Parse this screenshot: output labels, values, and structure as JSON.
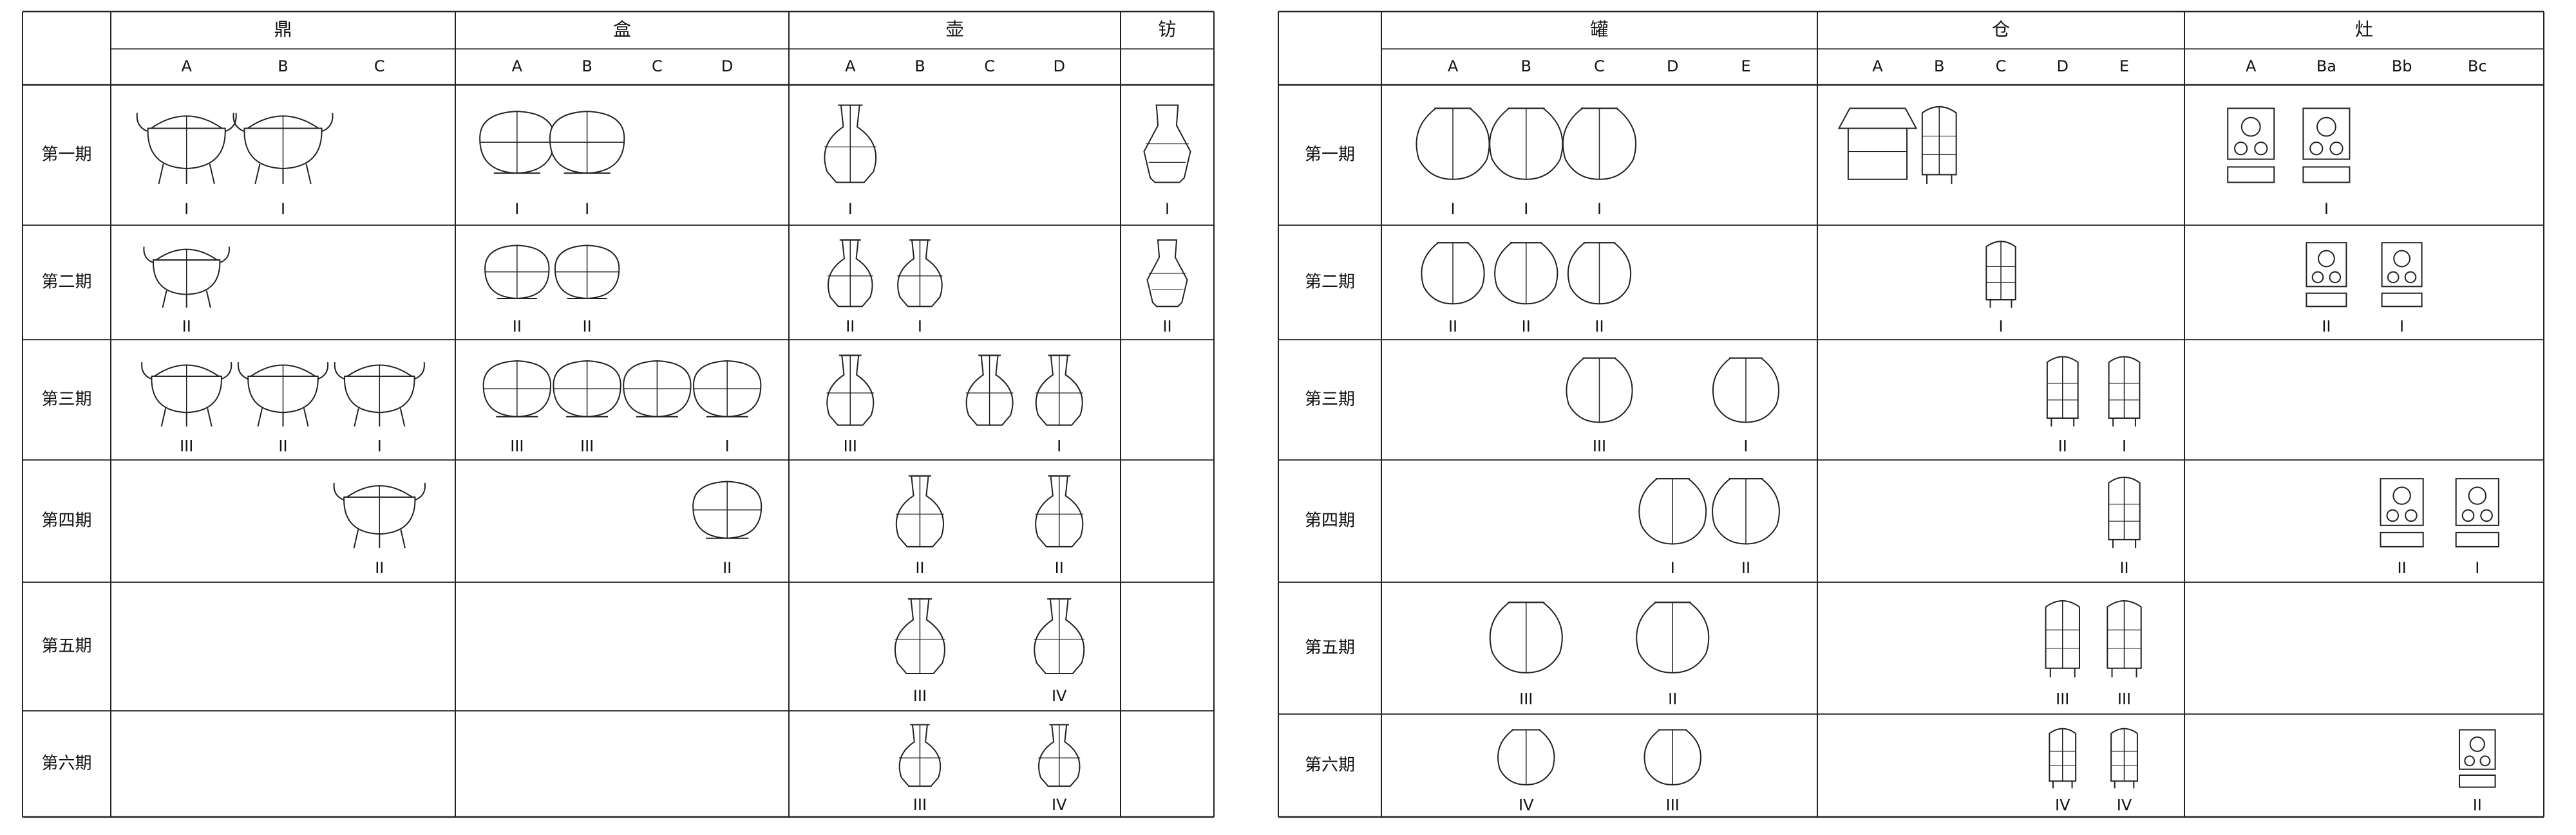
{
  "left_table": {
    "groups": [
      {
        "name": "鼎",
        "subcols": [
          "A",
          "B",
          "C"
        ]
      },
      {
        "name": "盒",
        "subcols": [
          "A",
          "B",
          "C",
          "D"
        ]
      },
      {
        "name": "壶",
        "subcols": [
          "A",
          "B",
          "C",
          "D"
        ]
      },
      {
        "name": "钫",
        "subcols": [
          ""
        ]
      }
    ],
    "periods": [
      "第一期",
      "第二期",
      "第三期",
      "第四期",
      "第五期",
      "第六期"
    ],
    "specimens": [
      {
        "group": "鼎",
        "type": "A",
        "period": 1,
        "label": "I",
        "shape": "ding"
      },
      {
        "group": "鼎",
        "type": "B",
        "period": 1,
        "label": "I",
        "shape": "ding"
      },
      {
        "group": "鼎",
        "type": "A",
        "period": 2,
        "label": "II",
        "shape": "ding"
      },
      {
        "group": "鼎",
        "type": "A",
        "period": 3,
        "label": "III",
        "shape": "ding"
      },
      {
        "group": "鼎",
        "type": "B",
        "period": 3,
        "label": "II",
        "shape": "ding"
      },
      {
        "group": "鼎",
        "type": "C",
        "period": 3,
        "label": "I",
        "shape": "ding"
      },
      {
        "group": "鼎",
        "type": "C",
        "period": 4,
        "label": "II",
        "shape": "ding"
      },
      {
        "group": "盒",
        "type": "A",
        "period": 1,
        "label": "I",
        "shape": "box"
      },
      {
        "group": "盒",
        "type": "B",
        "period": 1,
        "label": "I",
        "shape": "box"
      },
      {
        "group": "盒",
        "type": "A",
        "period": 2,
        "label": "II",
        "shape": "box"
      },
      {
        "group": "盒",
        "type": "B",
        "period": 2,
        "label": "II",
        "shape": "box"
      },
      {
        "group": "盒",
        "type": "A",
        "period": 3,
        "label": "III",
        "shape": "box"
      },
      {
        "group": "盒",
        "type": "B",
        "period": 3,
        "label": "III",
        "shape": "box"
      },
      {
        "group": "盒",
        "type": "C",
        "period": 3,
        "label": "",
        "shape": "box"
      },
      {
        "group": "盒",
        "type": "D",
        "period": 3,
        "label": "I",
        "shape": "box"
      },
      {
        "group": "盒",
        "type": "D",
        "period": 4,
        "label": "II",
        "shape": "box"
      },
      {
        "group": "壶",
        "type": "A",
        "period": 1,
        "label": "I",
        "shape": "hu"
      },
      {
        "group": "壶",
        "type": "A",
        "period": 2,
        "label": "II",
        "shape": "hu"
      },
      {
        "group": "壶",
        "type": "B",
        "period": 2,
        "label": "I",
        "shape": "hu"
      },
      {
        "group": "壶",
        "type": "A",
        "period": 3,
        "label": "III",
        "shape": "hu"
      },
      {
        "group": "壶",
        "type": "C",
        "period": 3,
        "label": "",
        "shape": "hu"
      },
      {
        "group": "壶",
        "type": "D",
        "period": 3,
        "label": "I",
        "shape": "hu"
      },
      {
        "group": "壶",
        "type": "B",
        "period": 4,
        "label": "II",
        "shape": "hu"
      },
      {
        "group": "壶",
        "type": "D",
        "period": 4,
        "label": "II",
        "shape": "hu"
      },
      {
        "group": "壶",
        "type": "B",
        "period": 5,
        "label": "III",
        "shape": "hu"
      },
      {
        "group": "壶",
        "type": "D",
        "period": 5,
        "label": "IV",
        "shape": "hu"
      },
      {
        "group": "壶",
        "type": "B",
        "period": 6,
        "label": "III",
        "shape": "hu"
      },
      {
        "group": "壶",
        "type": "D",
        "period": 6,
        "label": "IV",
        "shape": "hu"
      },
      {
        "group": "钫",
        "type": "",
        "period": 1,
        "label": "I",
        "shape": "fang"
      },
      {
        "group": "钫",
        "type": "",
        "period": 2,
        "label": "II",
        "shape": "fang"
      }
    ]
  },
  "right_table": {
    "groups": [
      {
        "name": "罐",
        "subcols": [
          "A",
          "B",
          "C",
          "D",
          "E"
        ]
      },
      {
        "name": "仓",
        "subcols": [
          "A",
          "B",
          "C",
          "D",
          "E"
        ]
      },
      {
        "name": "灶",
        "subcols": [
          "A",
          "Ba",
          "Bb",
          "Bc"
        ]
      }
    ],
    "periods": [
      "第一期",
      "第二期",
      "第三期",
      "第四期",
      "第五期",
      "第六期"
    ],
    "specimens": [
      {
        "group": "罐",
        "type": "A",
        "period": 1,
        "label": "I",
        "shape": "jar"
      },
      {
        "group": "罐",
        "type": "B",
        "period": 1,
        "label": "I",
        "shape": "jar"
      },
      {
        "group": "罐",
        "type": "C",
        "period": 1,
        "label": "I",
        "shape": "jar"
      },
      {
        "group": "罐",
        "type": "A",
        "period": 2,
        "label": "II",
        "shape": "jar"
      },
      {
        "group": "罐",
        "type": "B",
        "period": 2,
        "label": "II",
        "shape": "jar"
      },
      {
        "group": "罐",
        "type": "C",
        "period": 2,
        "label": "II",
        "shape": "jar"
      },
      {
        "group": "罐",
        "type": "C",
        "period": 3,
        "label": "III",
        "shape": "jar"
      },
      {
        "group": "罐",
        "type": "E",
        "period": 3,
        "label": "I",
        "shape": "jar"
      },
      {
        "group": "罐",
        "type": "E",
        "period": 4,
        "label": "II",
        "shape": "jar"
      },
      {
        "group": "罐",
        "type": "D",
        "period": 4,
        "label": "I",
        "shape": "jar"
      },
      {
        "group": "罐",
        "type": "B",
        "period": 5,
        "label": "III",
        "shape": "jar"
      },
      {
        "group": "罐",
        "type": "D",
        "period": 5,
        "label": "II",
        "shape": "jar"
      },
      {
        "group": "罐",
        "type": "B",
        "period": 6,
        "label": "IV",
        "shape": "jar"
      },
      {
        "group": "罐",
        "type": "D",
        "period": 6,
        "label": "III",
        "shape": "jar"
      },
      {
        "group": "仓",
        "type": "A",
        "period": 1,
        "label": "",
        "shape": "granary-roof"
      },
      {
        "group": "仓",
        "type": "B",
        "period": 1,
        "label": "",
        "shape": "granary"
      },
      {
        "group": "仓",
        "type": "C",
        "period": 2,
        "label": "I",
        "shape": "granary"
      },
      {
        "group": "仓",
        "type": "D",
        "period": 3,
        "label": "II",
        "shape": "granary"
      },
      {
        "group": "仓",
        "type": "E",
        "period": 3,
        "label": "I",
        "shape": "granary"
      },
      {
        "group": "仓",
        "type": "E",
        "period": 4,
        "label": "II",
        "shape": "granary"
      },
      {
        "group": "仓",
        "type": "D",
        "period": 5,
        "label": "III",
        "shape": "granary"
      },
      {
        "group": "仓",
        "type": "E",
        "period": 5,
        "label": "III",
        "shape": "granary"
      },
      {
        "group": "仓",
        "type": "D",
        "period": 6,
        "label": "IV",
        "shape": "granary"
      },
      {
        "group": "仓",
        "type": "E",
        "period": 6,
        "label": "IV",
        "shape": "granary"
      },
      {
        "group": "灶",
        "type": "A",
        "period": 1,
        "label": "",
        "shape": "stove"
      },
      {
        "group": "灶",
        "type": "Ba",
        "period": 1,
        "label": "I",
        "shape": "stove"
      },
      {
        "group": "灶",
        "type": "Ba",
        "period": 2,
        "label": "II",
        "shape": "stove"
      },
      {
        "group": "灶",
        "type": "Bb",
        "period": 2,
        "label": "I",
        "shape": "stove"
      },
      {
        "group": "灶",
        "type": "Bb",
        "period": 4,
        "label": "II",
        "shape": "stove"
      },
      {
        "group": "灶",
        "type": "Bc",
        "period": 4,
        "label": "I",
        "shape": "stove"
      },
      {
        "group": "灶",
        "type": "Bc",
        "period": 6,
        "label": "II",
        "shape": "stove"
      }
    ]
  }
}
